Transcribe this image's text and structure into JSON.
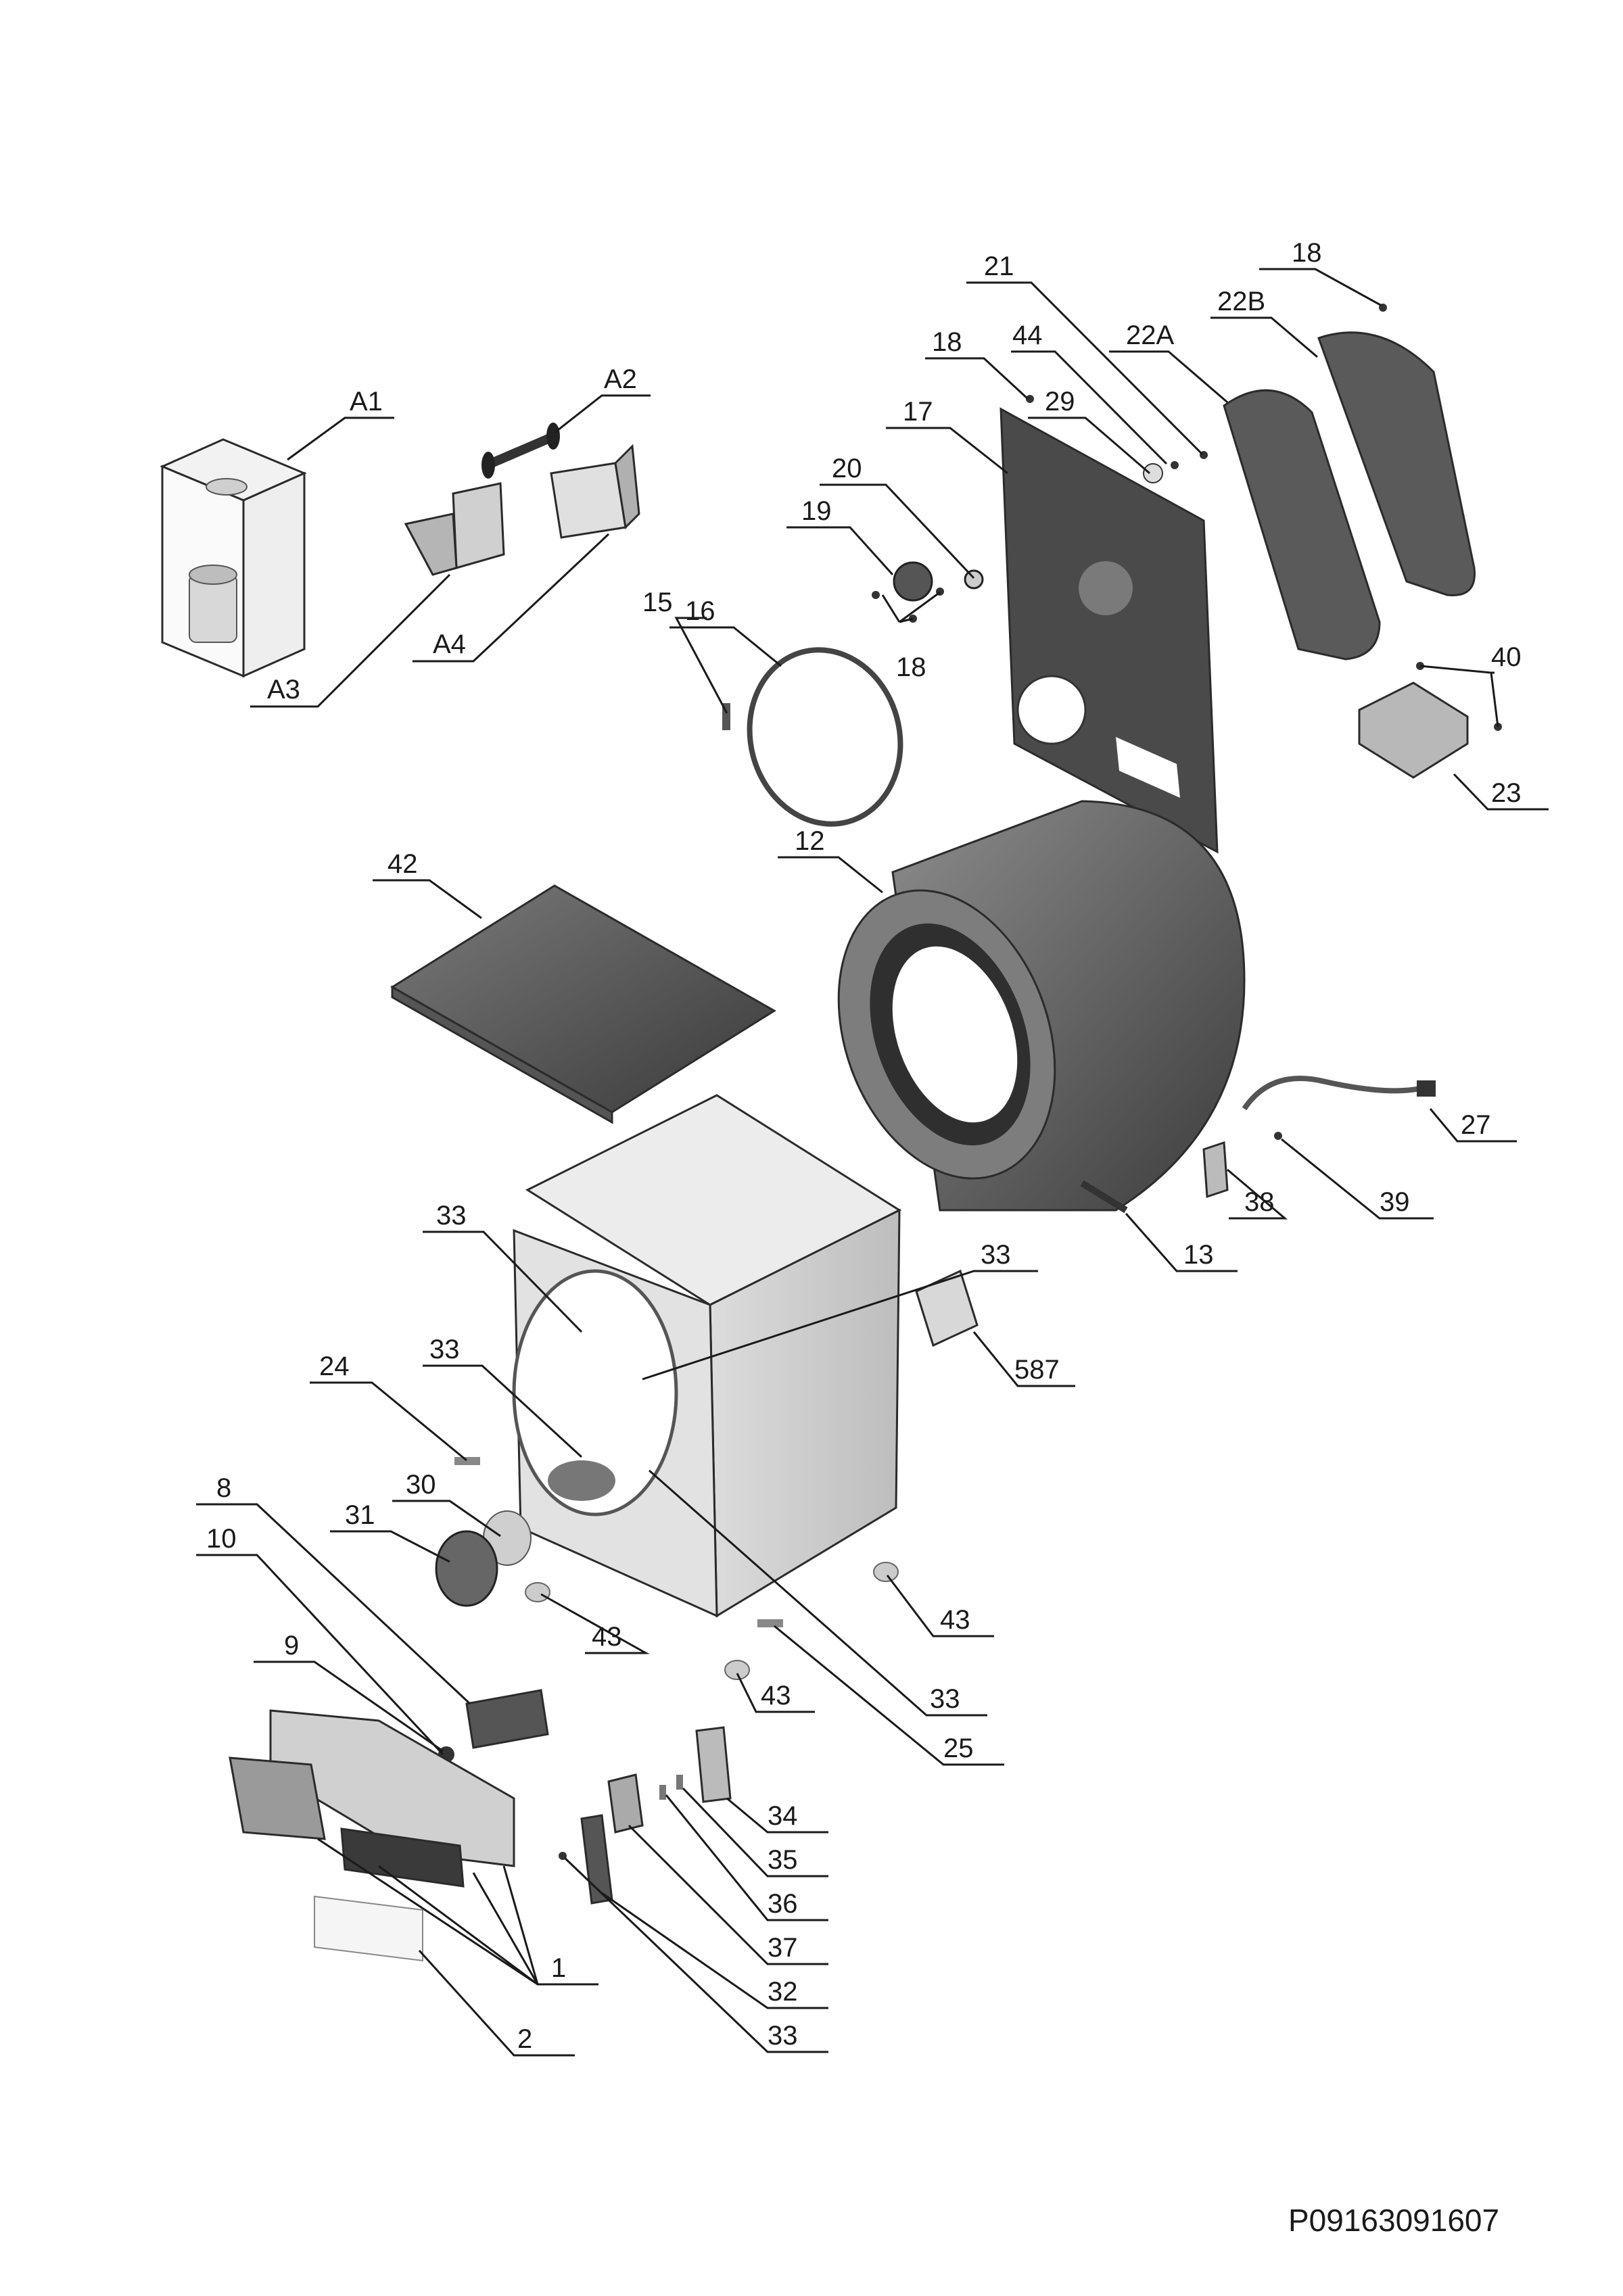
{
  "drawing_code": "P09163091607",
  "callouts": {
    "A1": "A1",
    "A2": "A2",
    "A3": "A3",
    "A4": "A4",
    "c1": "1",
    "c2": "2",
    "c8": "8",
    "c9": "9",
    "c10": "10",
    "c12": "12",
    "c13": "13",
    "c15": "15",
    "c16": "16",
    "c17": "17",
    "c18a": "18",
    "c18b": "18",
    "c18c": "18",
    "c19": "19",
    "c20": "20",
    "c21": "21",
    "c22A": "22A",
    "c22B": "22B",
    "c23": "23",
    "c24": "24",
    "c25": "25",
    "c27": "27",
    "c29": "29",
    "c30": "30",
    "c31": "31",
    "c32": "32",
    "c33a": "33",
    "c33b": "33",
    "c33c": "33",
    "c33d": "33",
    "c33e": "33",
    "c34": "34",
    "c35": "35",
    "c36": "36",
    "c37": "37",
    "c38": "38",
    "c39": "39",
    "c40": "40",
    "c42": "42",
    "c43a": "43",
    "c43b": "43",
    "c43c": "43",
    "c44": "44",
    "c587": "587"
  }
}
